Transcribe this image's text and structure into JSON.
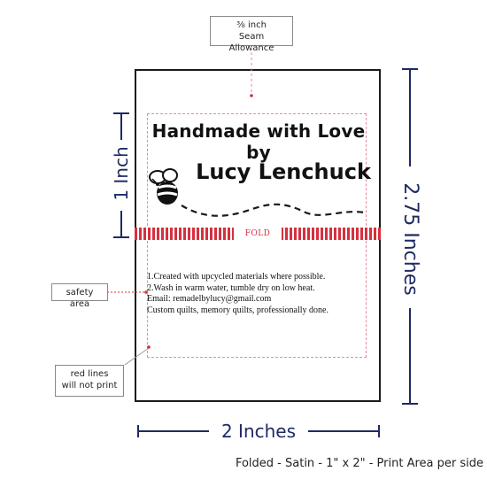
{
  "seam_callout": {
    "line1": "⅜ inch",
    "line2": "Seam Allowance"
  },
  "safety_callout": "safety area",
  "red_lines_callout": {
    "line1": "red lines",
    "line2": "will not print"
  },
  "label": {
    "title_line1": "Handmade with Love by",
    "title_line2": "Lucy Lenchuck",
    "fold_text": "FOLD",
    "body_lines": [
      "1.Created with upcycled materials where possible.",
      "2.Wash in warm water, tumble dry on low heat.",
      "Email: remadelbylucy@gmail.com",
      "Custom quilts, memory quilts, professionally done."
    ]
  },
  "dimensions": {
    "left": "1 Inch",
    "right": "2.75 Inches",
    "bottom": "2 Inches"
  },
  "footer": "Folded - Satin - 1\" x 2\" - Print Area per side",
  "colors": {
    "dimension_navy": "#1f2a63",
    "red": "#d6303d",
    "guide_pink": "#e88a9a"
  }
}
